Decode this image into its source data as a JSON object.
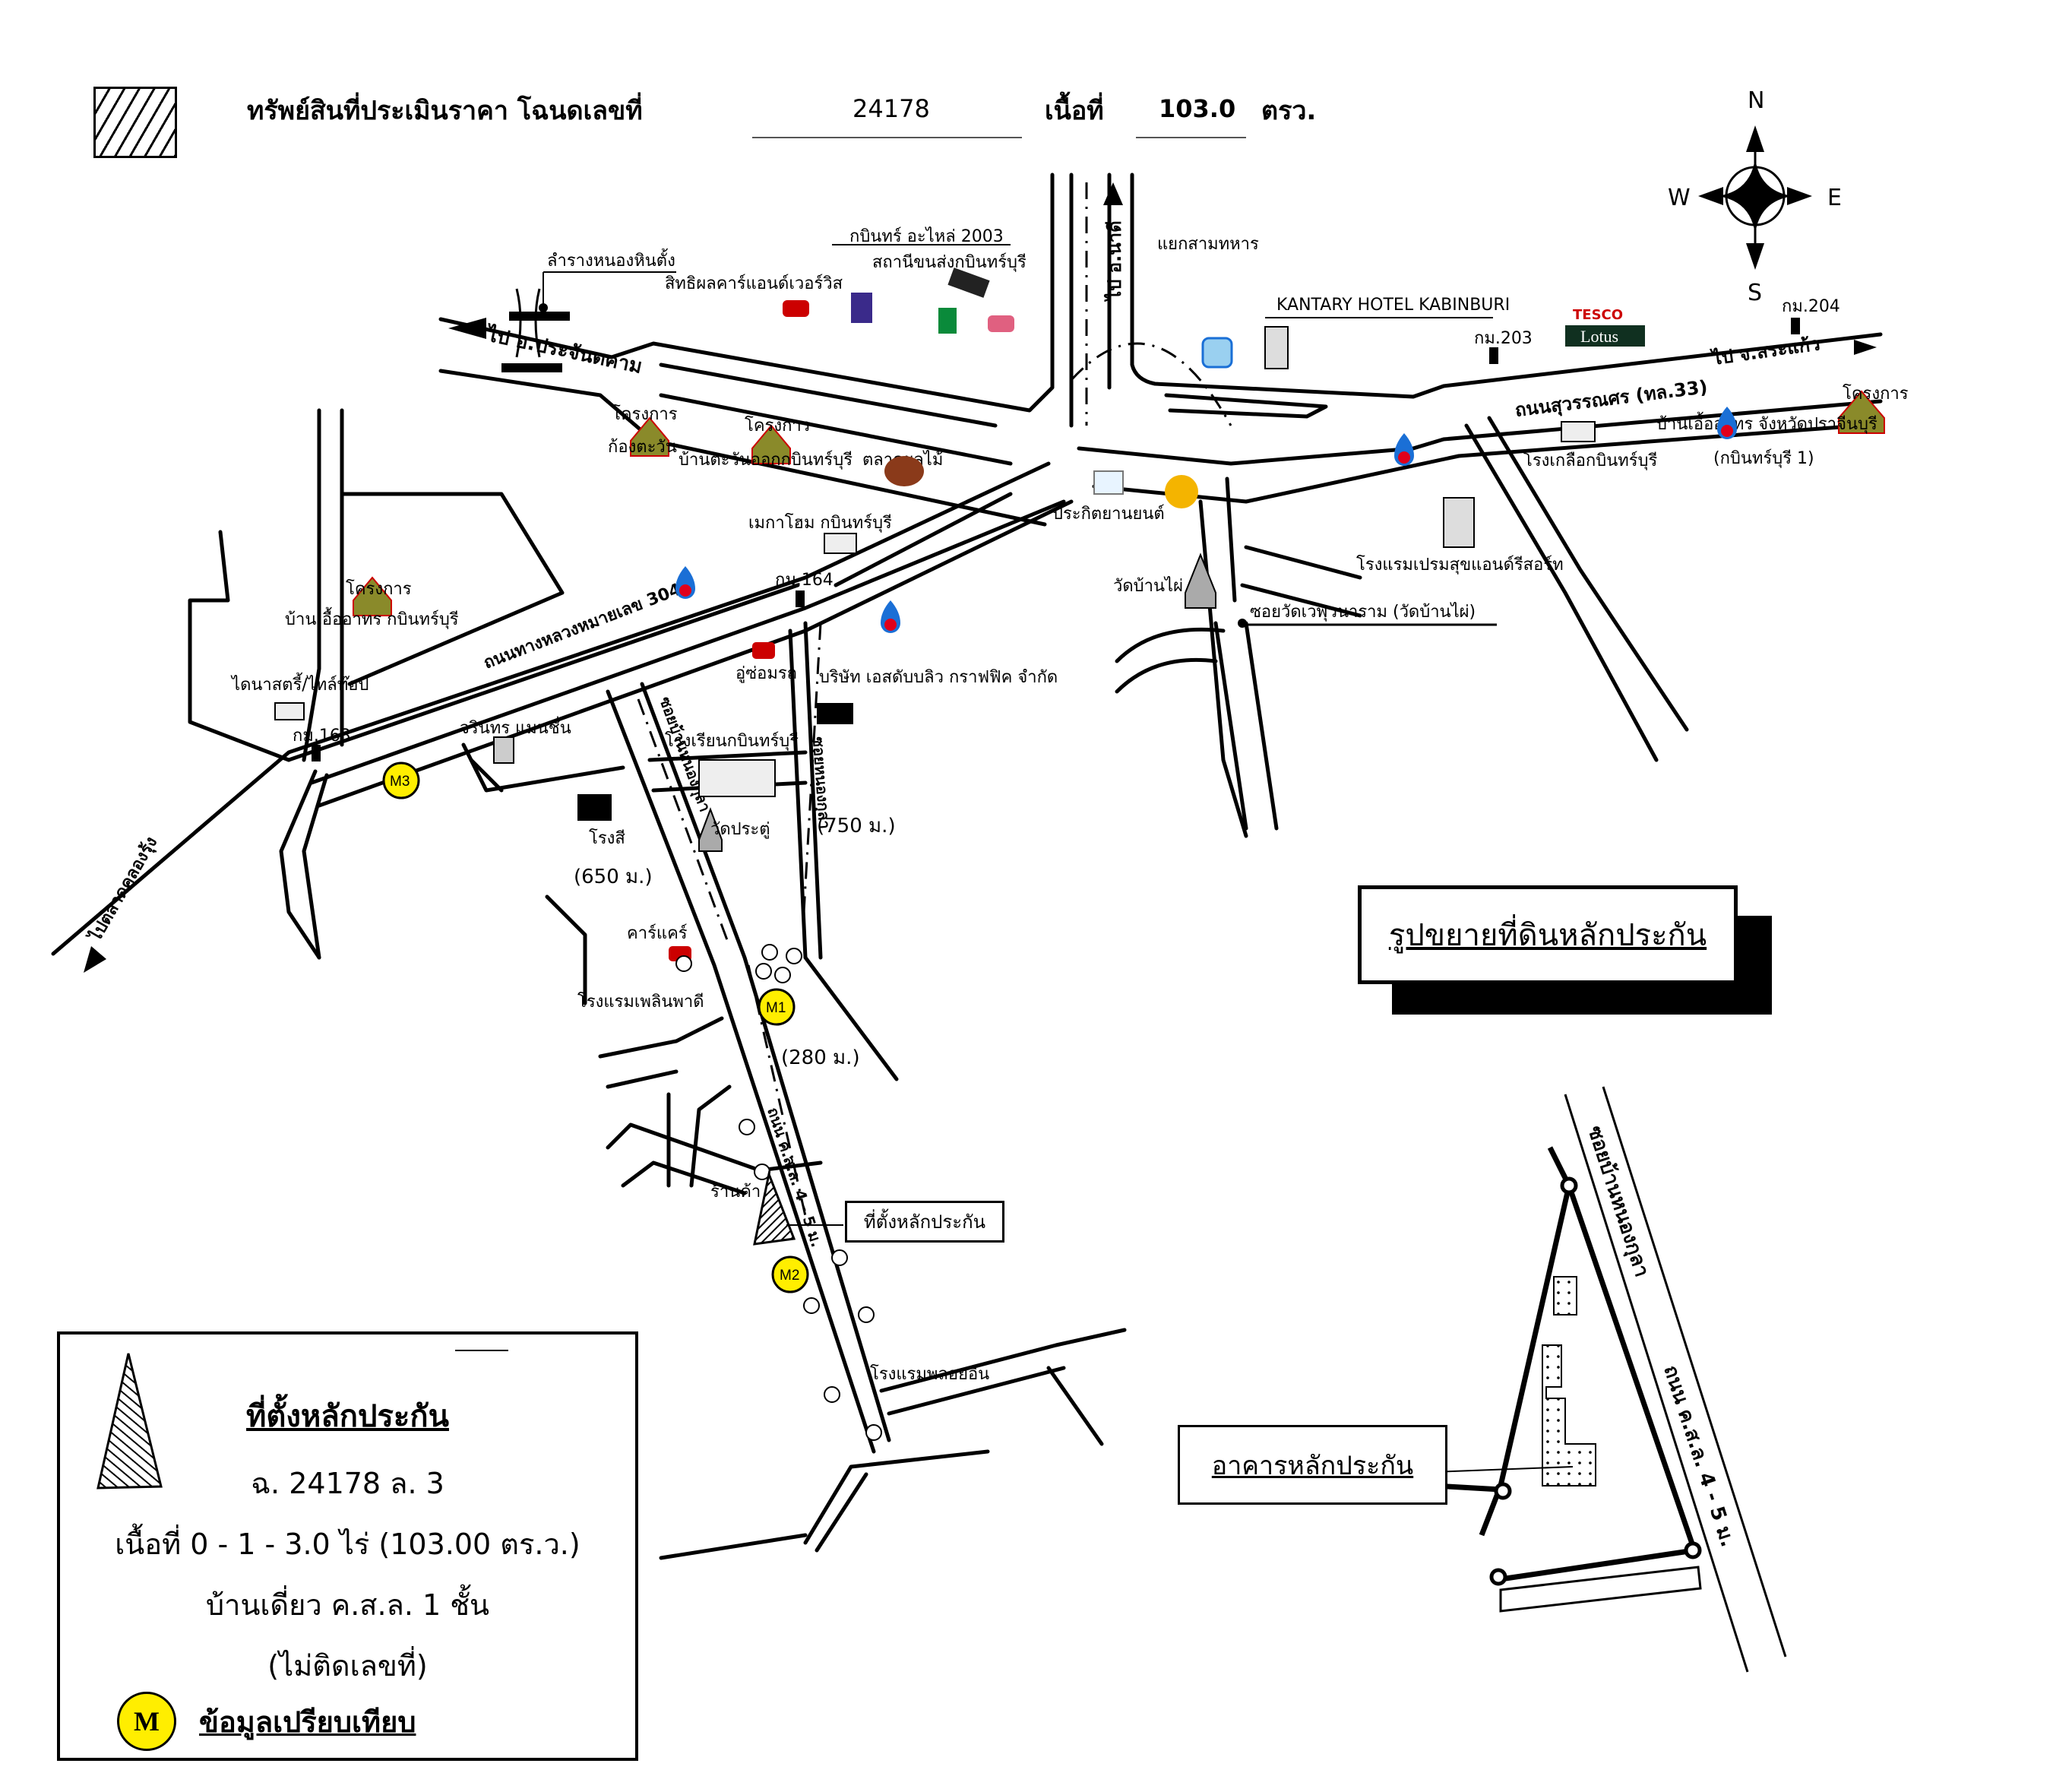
{
  "header": {
    "hatch_legend_icon": "hatched-rectangle",
    "title": "ทรัพย์สินที่ประเมินราคา โฉนดเลขที่",
    "deed_number": "24178",
    "area_label": "เนื้อที่",
    "area_value": "103.0",
    "area_unit": "ตรว."
  },
  "compass": {
    "n": "N",
    "s": "S",
    "e": "E",
    "w": "W"
  },
  "roads": {
    "to_prachantakham": "ไป อ.ประจันตคาม",
    "to_nadi": "ไป อ.นาดี",
    "to_sa_kaeo": "ไป จ.สระแก้ว",
    "suwannason": "ถนนสุวรรณศร (ทล.33)",
    "highway_304": "ถนนทางหลวงหมายเลข 304",
    "to_talat_khlong_rung": "ไปตลาดคลองรุ้ง",
    "soi_wat_wehuwanaram": "ซอยวัดเวฬุวนาราม (วัดบ้านไผ่)",
    "soi_ban_nong_kula_1": "ซอยบ้านหนองกุลา",
    "soi_ban_nong_kula_2": "ซอยหนองกุลา",
    "road_ksl": "ถนน ค.ส.ล. 4 - 5 ม."
  },
  "distances": {
    "d650": "(650 ม.)",
    "d750": "(750 ม.)",
    "d280": "(280 ม.)"
  },
  "km_posts": {
    "k163": "กม.163",
    "k164": "กม.164",
    "k203": "กม.203",
    "k204": "กม.204"
  },
  "places": {
    "lamrang": "ลำรางหนองหินตั้ง",
    "sitthiphon": "สิทธิผลคาร์แอนด์เวอร์วิส",
    "kabin_parts": "กบินทร์ อะไหล่ 2003",
    "bus_station": "สถานีขนส่งกบินทร์บุรี",
    "yaek_sam_thahan": "แยกสามทหาร",
    "kantary": "KANTARY HOTEL KABINBURI",
    "tesco": "TESCO",
    "lotus": "Lotus",
    "project_kong_tawan_1": "โครงการ",
    "project_kong_tawan_2": "ก้องตะวัน",
    "project_ban_tawan_1": "โครงการ",
    "project_ban_tawan_2": "บ้านตะวันออกกบินทร์บุรี",
    "fruit_market": "ตลาดผลไม้",
    "megahome": "เมกาโฮม กบินทร์บุรี",
    "prakit_motor": "ประกิตยานยนต์",
    "ice_factory": "โรงเกลือกบินทร์บุรี",
    "project_ua_arthorn_east_1": "โครงการ",
    "project_ua_arthorn_east_2": "บ้านเอื้ออาทร จังหวัดปราจีนบุรี",
    "project_ua_arthorn_east_3": "(กบินทร์บุรี 1)",
    "prem_hotel": "โรงแรมเปรมสุขแอนด์รีสอร์ท",
    "wat_ban_phai": "วัดบ้านไผ่",
    "project_ua_arthorn_west_1": "โครงการ",
    "project_ua_arthorn_west_2": "บ้านเอื้ออาทร กบินทร์บุรี",
    "dynasty": "ไดนาสตรี้/ไทล์ท๊อป",
    "jarinthon": "จรินทร แมนชั่น",
    "garage": "อู่ซ่อมรถ",
    "sw_graphic": "บริษัท เอสดับบลิว กราฟฟิค จำกัด",
    "school": "โรงเรียนกบินทร์บุรี",
    "paint_factory": "โรงสี",
    "wat_pratu": "วัดประตู่",
    "car_care": "คาร์แคร์",
    "plearn_hotel": "โรงแรมเพลินพาดี",
    "shop": "ร้านค้า",
    "ploy_hotel": "โรงแรมพลอยอิน"
  },
  "markers": {
    "m1": "M1",
    "m2": "M2",
    "m3": "M3"
  },
  "collateral_callout": "ที่ตั้งหลักประกัน",
  "zoom_title": "รูปขยายที่ดินหลักประกัน",
  "building_callout": "อาคารหลักประกัน",
  "legend": {
    "title": "ที่ตั้งหลักประกัน",
    "deed": "ฉ. 24178 ล. 3",
    "area": "เนื้อที่  0 - 1 - 3.0 ไร่ (103.00 ตร.ว.)",
    "building": "บ้านเดี่ยว ค.ส.ล. 1 ชั้น",
    "address": "(ไม่ติดเลขที่)",
    "m_badge": "M",
    "m_label": "ข้อมูลเปรียบเทียบ"
  },
  "colors": {
    "marker_yellow": "#ffee00",
    "ptt_blue": "#1a6fd6",
    "ptt_red": "#e0001b",
    "project_olive": "#8a8a2a",
    "bank_purple": "#3a2a8a"
  }
}
